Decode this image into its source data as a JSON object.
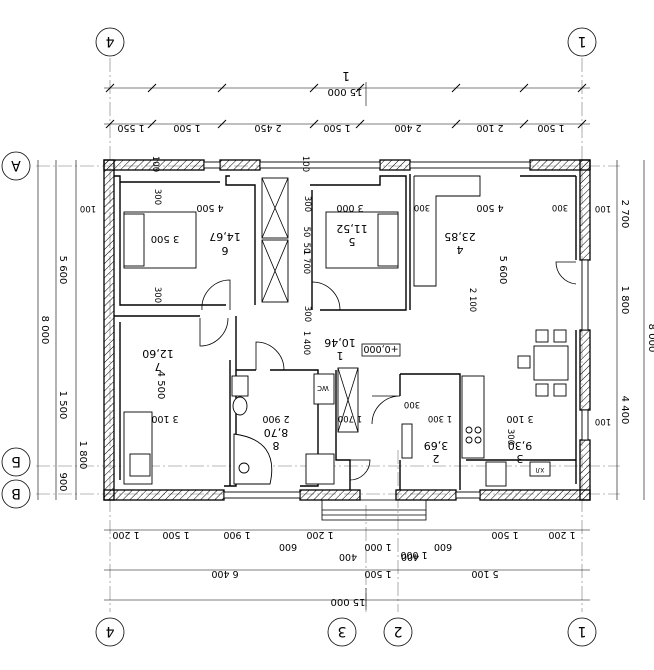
{
  "axes": {
    "top": [
      "4",
      "1"
    ],
    "left": [
      "A",
      "Б",
      "В"
    ],
    "bottom": [
      "4",
      "3",
      "2",
      "1"
    ]
  },
  "dims": {
    "top_total": "15 000",
    "top_total_mark": "1",
    "top_segments": [
      "1 550",
      "1 500",
      "2 450",
      "1 500",
      "2 400",
      "2 100",
      "1 500"
    ],
    "left_total": "8 000",
    "left_sub": [
      "5 600",
      "1 500",
      "900"
    ],
    "left_inner": [
      "1 800"
    ],
    "right": [
      "2 700",
      "1 800",
      "4 400"
    ],
    "right_outer": "8 000",
    "bottom_segments": [
      "1 200",
      "1 500",
      "1 900",
      "1 200",
      "1 000",
      "1 000",
      "1 500",
      "1 200"
    ],
    "bottom_600": [
      "600",
      "600"
    ],
    "bottom_sub": [
      "6 400",
      "1 500",
      "5 100"
    ],
    "bottom_400": [
      "400",
      "400"
    ],
    "bottom_total": "15 000"
  },
  "rooms": [
    {
      "num": "6",
      "area": "14,67",
      "w": "3 500",
      "h": "4 500"
    },
    {
      "num": "5",
      "area": "11,52",
      "w": "3 000"
    },
    {
      "num": "4",
      "area": "23,85",
      "w": "5 600",
      "h": "4 500"
    },
    {
      "num": "7",
      "area": "12,60",
      "w": "3 100",
      "h": "4 500"
    },
    {
      "num": "1",
      "area": "10,46"
    },
    {
      "num": "8",
      "area": "8,70",
      "w": "2 900"
    },
    {
      "num": "2",
      "area": "3,69"
    },
    {
      "num": "3",
      "area": "9,30",
      "w": "3 100"
    }
  ],
  "interior_dims": [
    "300",
    "300",
    "300",
    "300",
    "300",
    "300",
    "300",
    "300",
    "100",
    "100",
    "100",
    "100",
    "100",
    "1 700",
    "1 400",
    "1 700",
    "1 300",
    "2 100",
    "50",
    "50"
  ],
  "level_mark": "+0,000",
  "labels": {
    "wc": "WC",
    "fridge": "ХЛ"
  }
}
